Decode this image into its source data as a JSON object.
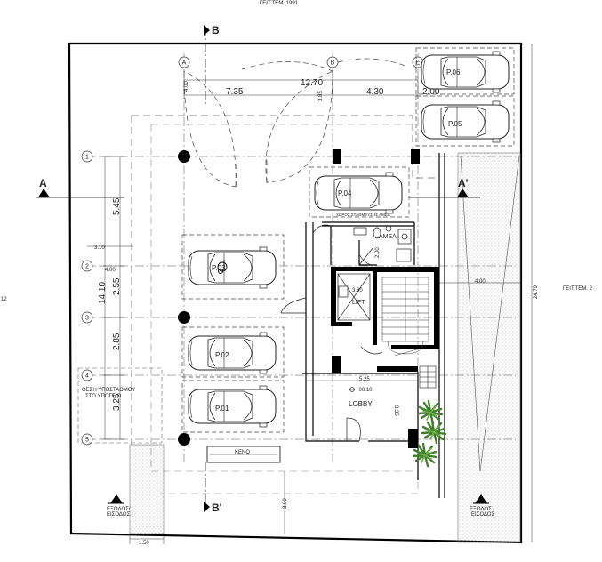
{
  "plot": {
    "top_label": "ΓΕΙΤ.ΤΕΜ. 1991",
    "right_label": "ΓΕΙΤ.ΤΕΜ. 2",
    "left_label": "12"
  },
  "sections": {
    "B_top": "B",
    "B_bottom": "B'",
    "A_left": "A",
    "A_right": "A'"
  },
  "grid": {
    "cols": [
      "A",
      "B",
      "E"
    ],
    "rows": [
      "1",
      "2",
      "3",
      "4",
      "5"
    ]
  },
  "dims": {
    "d1270": "12.70",
    "d735": "7.35",
    "d430": "4.30",
    "d400top": "4.00",
    "d385": "3.85",
    "d200": "2.00",
    "d545": "5.45",
    "d255": "2.55",
    "d285": "2.85",
    "d325": "3.25",
    "d1410": "14.10",
    "d310": "3.10",
    "d400left": "4.00",
    "d400right": "4.00",
    "d2479": "24.79",
    "d330": "3.30",
    "d525": "5.25",
    "d335": "3.35",
    "d200b": "2.00",
    "d150": "1.50",
    "d300": "3.00"
  },
  "parking": {
    "p06": "P.06",
    "p05": "P.05",
    "p04": "P.04",
    "p03": "P.03",
    "p02": "P.02",
    "p01": "P.01"
  },
  "rooms": {
    "amea": "AMEA",
    "lift": "LIFT",
    "lobby": "LOBBY",
    "level": "+00.10",
    "keno": "KENO",
    "p04_note": "ΧΩΡΟΣ ΣΤΑΘΜΕΥΣΗΣ ΑΜΕΑ"
  },
  "notes": {
    "tank_1": "ΘΕΣΗ ΥΠΟΣΤΑΘΜΟΥ",
    "tank_2": "ΣΤΟ ΥΠΟΓΕΙΟ"
  },
  "entrances": {
    "left_1": "ΕΞΟΔΟΣ/",
    "left_2": "ΕΙΣΟΔΟΣ",
    "right_1": "ΕΞΟΔΟΣ /",
    "right_2": "ΕΙΣΟΔΟΣ"
  }
}
